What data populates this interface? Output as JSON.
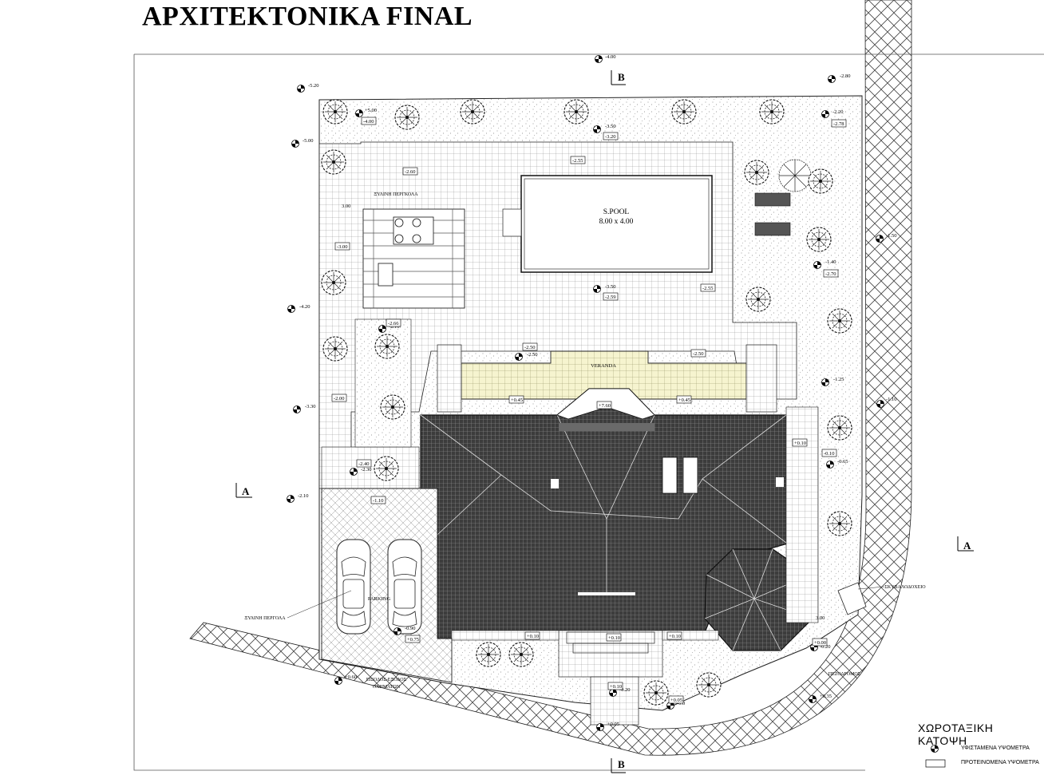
{
  "title": "ΑΡΧΙΤΕΚΤΟΝΙΚΑ FINAL",
  "pool": {
    "label": "S.POOL",
    "size": "8.00 x 4.00"
  },
  "labels": {
    "veranda": "VERANDA",
    "pergola_top": "ΞΥΛΙΝΗ ΠΕΡΓΚΟΛΑ",
    "pergola_bottom": "ΞΥΛΙΝΗ ΠΕΡΓΟΛΑ",
    "parking": "PARKING",
    "entrance_line1": "ΕΙΣΟΔΟΣ-ΕΞΟΔΟΣ",
    "entrance_line2": "ΟΧΗΜΑΤΩΝ",
    "pavement": "ΠΕΖΟΔΡΟΜΟΣ",
    "bin": "ΣΚΥΒΑΛΟΔΟΧΕΙΟ",
    "section_a": "A",
    "section_b": "B"
  },
  "levels_existing": [
    {
      "id": "e1",
      "text": "-4.00"
    },
    {
      "id": "e2",
      "text": "-5.20"
    },
    {
      "id": "e3",
      "text": "-5.00"
    },
    {
      "id": "e4",
      "text": "-2.80"
    },
    {
      "id": "e5",
      "text": "-3.50"
    },
    {
      "id": "e6",
      "text": "-4.20"
    },
    {
      "id": "e7",
      "text": "-3.30"
    },
    {
      "id": "e8",
      "text": "-2.10"
    },
    {
      "id": "e9",
      "text": "-1.50"
    },
    {
      "id": "e10",
      "text": "-1.40"
    },
    {
      "id": "e11",
      "text": "-1.25"
    },
    {
      "id": "e12",
      "text": "-1.10"
    },
    {
      "id": "e13",
      "text": "-0.65"
    },
    {
      "id": "e14",
      "text": "+0.60"
    },
    {
      "id": "e15",
      "text": "+0.35"
    },
    {
      "id": "e16",
      "text": "+0.05"
    },
    {
      "id": "e17",
      "text": "+5.00"
    },
    {
      "id": "e18",
      "text": "-2.20"
    },
    {
      "id": "e19",
      "text": "-3.50"
    },
    {
      "id": "e20",
      "text": "-2.50"
    },
    {
      "id": "e21",
      "text": "-2.10"
    },
    {
      "id": "e22",
      "text": "-2.30"
    },
    {
      "id": "e23",
      "text": "-0.90"
    },
    {
      "id": "e24",
      "text": "-0.20"
    },
    {
      "id": "e25",
      "text": "-0.0"
    },
    {
      "id": "e26",
      "text": "-0.20"
    }
  ],
  "levels_proposed": [
    {
      "id": "p1",
      "text": "-4.00"
    },
    {
      "id": "p2",
      "text": "-3.20"
    },
    {
      "id": "p3",
      "text": "-2.60"
    },
    {
      "id": "p4",
      "text": "-2.55"
    },
    {
      "id": "p5",
      "text": "-3.00"
    },
    {
      "id": "p6",
      "text": "-2.78"
    },
    {
      "id": "p7",
      "text": "-2.70"
    },
    {
      "id": "p8",
      "text": "-2.55"
    },
    {
      "id": "p9",
      "text": "-2.59"
    },
    {
      "id": "p10",
      "text": "-2.50"
    },
    {
      "id": "p11",
      "text": "-2.50"
    },
    {
      "id": "p12",
      "text": "-2.66"
    },
    {
      "id": "p13",
      "text": "-2.00"
    },
    {
      "id": "p14",
      "text": "+0.45"
    },
    {
      "id": "p15",
      "text": "+7.60"
    },
    {
      "id": "p16",
      "text": "+0.45"
    },
    {
      "id": "p17",
      "text": "+0.10"
    },
    {
      "id": "p18",
      "text": "-0.10"
    },
    {
      "id": "p19",
      "text": "-2.40"
    },
    {
      "id": "p20",
      "text": "-1.10"
    },
    {
      "id": "p21",
      "text": "+0.75"
    },
    {
      "id": "p22",
      "text": "+0.10"
    },
    {
      "id": "p23",
      "text": "+0.10"
    },
    {
      "id": "p24",
      "text": "+0.10"
    },
    {
      "id": "p25",
      "text": "+0.10"
    },
    {
      "id": "p26",
      "text": "+0.00"
    },
    {
      "id": "p27",
      "text": "+0.05"
    },
    {
      "id": "p28",
      "text": "3.00"
    },
    {
      "id": "p29",
      "text": "3.00"
    }
  ],
  "legend": {
    "title": "ΧΩΡΟΤΑΞΙΚΗ ΚΑΤΟΨΗ",
    "existing": "ΥΦΙΣΤΑΜΕΝΑ ΥΨΟΜΕΤΡΑ",
    "proposed": "ΠΡΟΤΕΙΝΟΜΕΝΑ ΥΨΟΜΕΤΡΑ"
  }
}
